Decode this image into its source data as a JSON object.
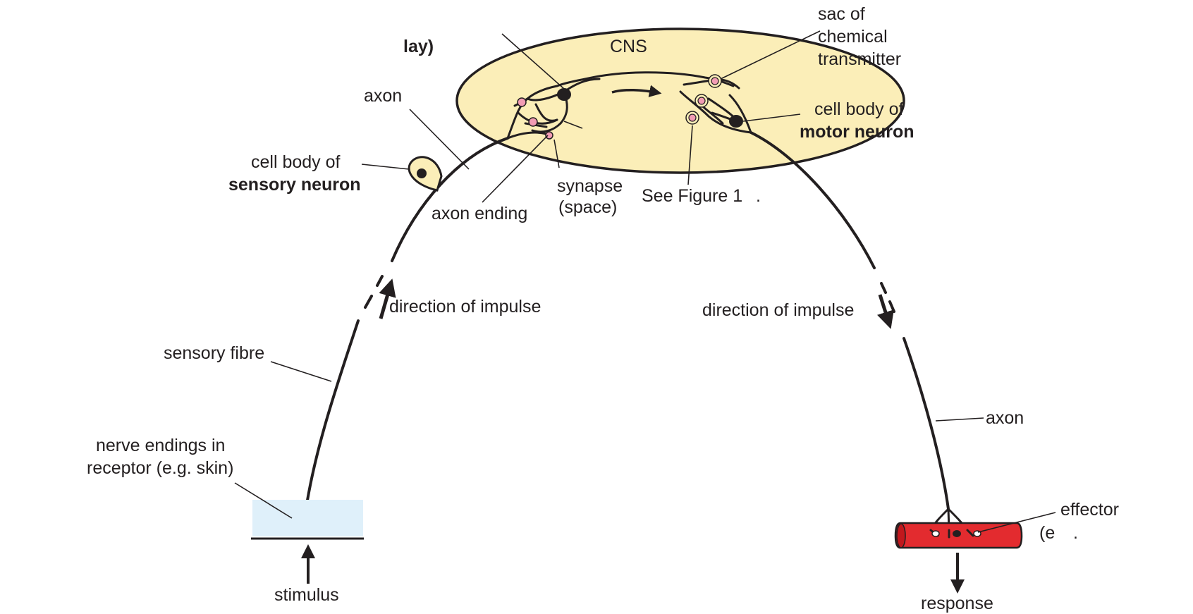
{
  "labels": {
    "relay_fragment": "lay)",
    "cns": "CNS",
    "sac_line1": "sac of",
    "sac_line2": "chemical",
    "sac_line3": "transmitter",
    "axon_top": "axon",
    "cell_body_motor_line1": "cell body of",
    "cell_body_motor_line2": "motor neuron",
    "cell_body_sensory_line1": "cell body of",
    "cell_body_sensory_line2": "sensory neuron",
    "synapse_line1": "synapse",
    "synapse_line2": "(space)",
    "see_figure": "See Figure 1",
    "see_figure_dot": ".",
    "axon_ending": "axon ending",
    "direction_left": "direction of impulse",
    "direction_right": "direction of impulse",
    "sensory_fibre": "sensory fibre",
    "axon_right": "axon",
    "nerve_endings_line1": "nerve endings in",
    "nerve_endings_line2": "receptor (e.g. skin)",
    "effector": "effector",
    "effector_fragment": "(e",
    "effector_dot": ".",
    "stimulus": "stimulus",
    "response": "response"
  },
  "colors": {
    "cns_fill": "#fbeeb8",
    "receptor_fill": "#dff0fa",
    "muscle_fill": "#e32b2f",
    "sac_fill": "#f29cb4",
    "cell_body_fill": "#fbeeb8",
    "ink": "#231f20"
  }
}
